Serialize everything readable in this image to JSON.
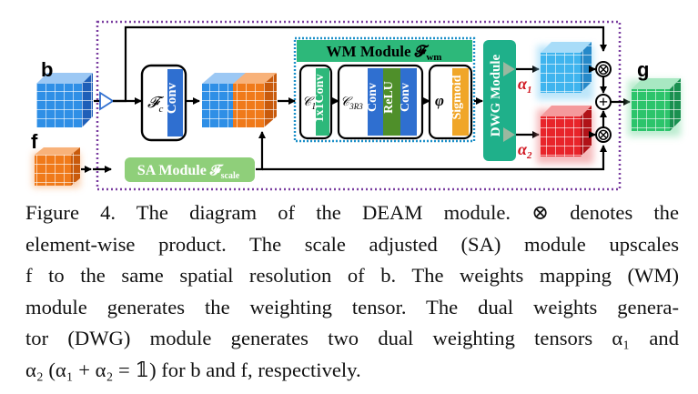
{
  "diagram": {
    "input_b": "b",
    "input_f": "f",
    "output_g": "g",
    "fc_label": "𝓕",
    "fc_sub": "c",
    "conv_label": "Conv",
    "wm_title": "WM Module 𝓕",
    "wm_sub": "wm",
    "c1_label": "𝒞",
    "c1_sub": "1",
    "c1_conv": "1x1Conv",
    "c3r3_label": "𝒞",
    "c3r3_sub": "3R3",
    "c3r3_conv_a": "Conv",
    "c3r3_relu": "ReLU",
    "c3r3_conv_b": "Conv",
    "phi_label": "φ",
    "sigmoid_label": "Sigmoid",
    "dwg_label": "DWG Module",
    "alpha1_label": "α",
    "alpha1_sub": "1",
    "alpha2_label": "α",
    "alpha2_sub": "2",
    "sa_title": "SA Module 𝓕",
    "sa_sub": "scale",
    "product_symbol": "⊗",
    "sum_symbol": "+",
    "colors": {
      "blue_cube": "#2f8fe6",
      "orange_cube": "#f07a1a",
      "red_cube": "#e8242a",
      "cyan_cube": "#3fb4ee",
      "green_cube": "#2cc46b",
      "wm_module": "#2db87a",
      "sa_module": "#8fcf7a",
      "conv_block": "#2f6fd0",
      "relu_block": "#4f8f2a",
      "sigmoid_block": "#f0a628",
      "dwg_module": "#1fb08a",
      "alpha_text": "#d0141e",
      "frame": "#7a3ea0"
    }
  },
  "caption": [
    "Figure 4.  The diagram of the DEAM module.   ⊗ denotes the",
    "element-wise product.  The scale adjusted (SA) module upscales",
    "f to the same spatial resolution of b. The weights mapping (WM)",
    "module generates the weighting tensor. The dual weights genera-",
    "tor (DWG) module generates two dual weighting tensors α₁ and",
    "α₂ (α₁ + α₂ = 𝟙) for b and f, respectively."
  ]
}
